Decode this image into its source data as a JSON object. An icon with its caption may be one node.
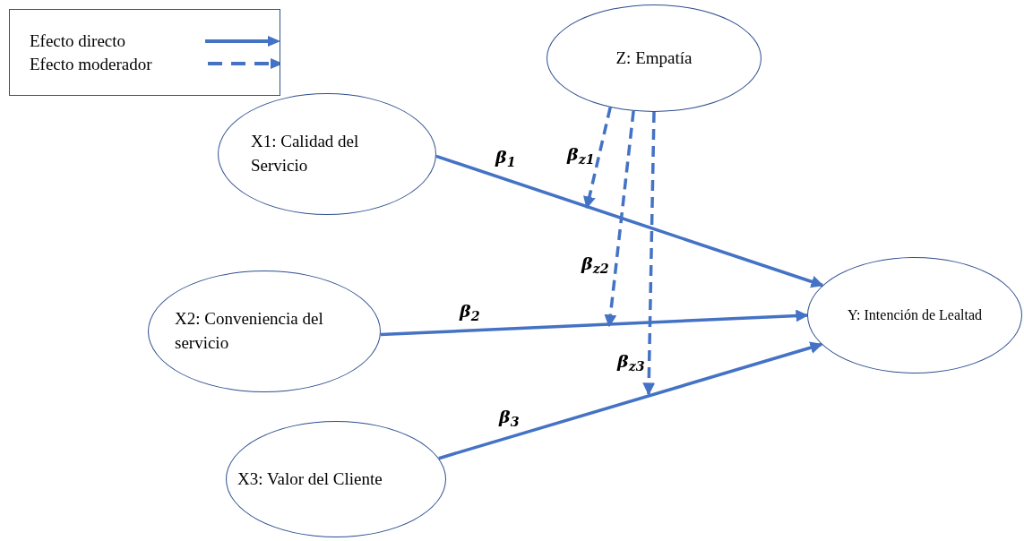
{
  "diagram": {
    "nodes": [
      {
        "text": [
          "Z: Empatía"
        ]
      },
      {
        "text": [
          "X1: Calidad del Servicio"
        ]
      },
      {
        "text": [
          "X2: Conveniencia del servicio"
        ]
      },
      {
        "text": [
          "X3: Valor del Cliente"
        ]
      },
      {
        "text": [
          "Y: Intención de Lealtad"
        ]
      }
    ],
    "edges": [
      {
        "from": 1,
        "to": 4,
        "arrow": "to",
        "label": "β$_{1}$"
      },
      {
        "from": 2,
        "to": 4,
        "arrow": "to",
        "label": "β$_{2}$"
      },
      {
        "from": 3,
        "to": 4,
        "arrow": "to",
        "label": "β$_{3}$"
      },
      {
        "from": 0,
        "to": null,
        "arrow": "to",
        "label": "β$_{z1}$",
        "style": "dashed"
      },
      {
        "from": 0,
        "to": null,
        "arrow": "to",
        "label": "β$_{z2}$",
        "style": "dashed"
      },
      {
        "from": 0,
        "to": null,
        "arrow": "to",
        "label": "β$_{z3}$",
        "style": "dashed"
      }
    ],
    "legend": [
      {
        "text": "Efecto directo"
      },
      {
        "text": "Efecto moderador"
      }
    ]
  }
}
